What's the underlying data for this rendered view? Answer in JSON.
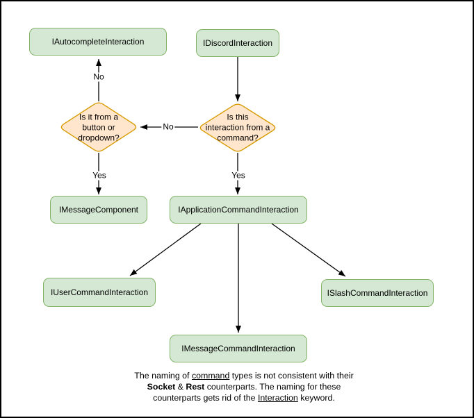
{
  "diagram": {
    "nodes": {
      "autocomplete": {
        "label": "IAutocompleteInteraction"
      },
      "discord": {
        "label": "IDiscordInteraction"
      },
      "message_component": {
        "label": "IMessageComponent"
      },
      "application_command": {
        "label": "IApplicationCommandInteraction"
      },
      "user_command": {
        "label": "IUserCommandInteraction"
      },
      "slash_command": {
        "label": "ISlashCommandInteraction"
      },
      "message_command": {
        "label": "IMessageCommandInteraction"
      }
    },
    "decisions": {
      "button_dropdown": {
        "label": "Is it from a\nbutton or\ndropdown?"
      },
      "from_command": {
        "label": "Is this\ninteraction from a\ncommand?"
      }
    },
    "edge_labels": {
      "no_vertical": "No",
      "no_horizontal": "No",
      "yes_left": "Yes",
      "yes_right": "Yes"
    },
    "colors": {
      "node_fill": "#d5e8d4",
      "node_stroke": "#82b366",
      "decision_fill": "#ffe6cc",
      "decision_stroke": "#d79b00",
      "edge": "#000000",
      "text": "#000000"
    },
    "note": {
      "s1": "The naming of ",
      "s2": "command",
      "s3": " types is not consistent with their",
      "s4": "Socket",
      "s5": " & ",
      "s6": "Rest",
      "s7": " counterparts. The naming for these",
      "s8": "counterparts gets rid of the ",
      "s9": "Interaction",
      "s10": " keyword."
    }
  }
}
